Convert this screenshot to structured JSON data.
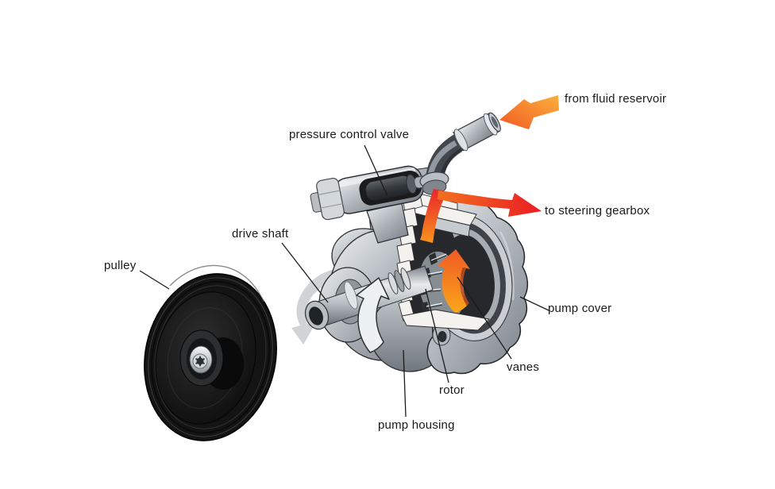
{
  "diagram": {
    "labels": {
      "from_fluid_reservoir": "from fluid reservoir",
      "pressure_control_valve": "pressure control valve",
      "to_steering_gearbox": "to steering gearbox",
      "drive_shaft": "drive shaft",
      "pulley": "pulley",
      "pump_cover": "pump cover",
      "vanes": "vanes",
      "rotor": "rotor",
      "pump_housing": "pump housing"
    },
    "colors": {
      "background": "#ffffff",
      "label_text": "#1a1a1a",
      "leader_line": "#1b1b1b",
      "flow_amber": "#fbb03b",
      "flow_orange": "#f7941d",
      "flow_red": "#ec1c24",
      "metal_light": "#eef0f1",
      "metal_mid": "#b7bdc2",
      "metal_dark": "#7e858c",
      "pulley_black": "#141414"
    }
  }
}
